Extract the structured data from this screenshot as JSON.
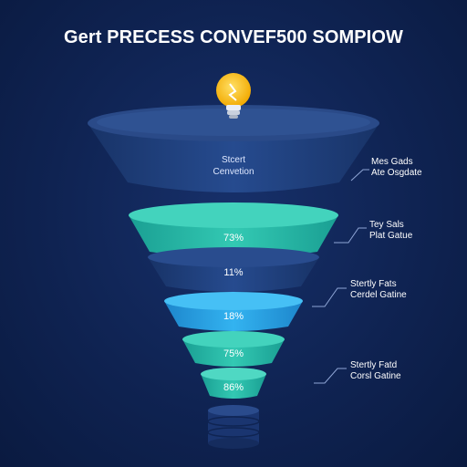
{
  "title": "Gert PRECESS CONVEF500 SOMPIOW",
  "top_stage": {
    "line1": "Stcert",
    "line2": "Cenvetion"
  },
  "stages": [
    {
      "value": "73%"
    },
    {
      "value": "11%"
    },
    {
      "value": "18%"
    },
    {
      "value": "75%"
    },
    {
      "value": "86%"
    }
  ],
  "annotations": [
    {
      "line1": "Mes Gads",
      "line2": "Ate Osgdate"
    },
    {
      "line1": "Tey Sals",
      "line2": "Plat Gatue"
    },
    {
      "line1": "Stertly Fats",
      "line2": "Cerdel Gatine"
    },
    {
      "line1": "Stertly Fatd",
      "line2": "Corsl Gatine"
    }
  ],
  "colors": {
    "navy": "#1f3b7a",
    "teal": "#2ec6b0",
    "blue": "#2aa7e8",
    "bulb": "#f5b800"
  },
  "icons": {
    "bulb": "lightbulb-icon",
    "base": "database-icon"
  }
}
